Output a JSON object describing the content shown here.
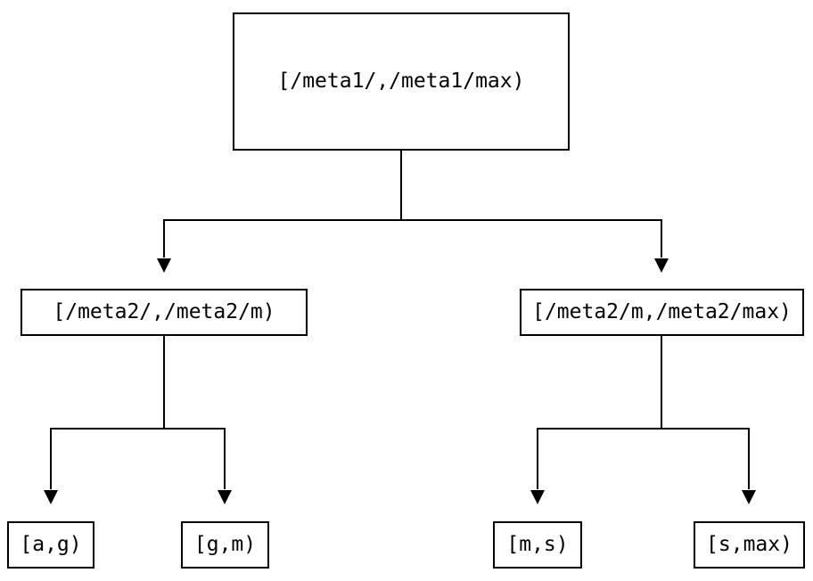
{
  "diagram": {
    "type": "binary-interval-tree",
    "background_color": "#ffffff",
    "line_color": "#000000",
    "tree": {
      "label": "[/meta1/,/meta1/max)",
      "children": [
        {
          "label": "[/meta2/,/meta2/m)",
          "children": [
            {
              "label": "[a,g)"
            },
            {
              "label": "[g,m)"
            }
          ]
        },
        {
          "label": "[/meta2/m,/meta2/max)",
          "children": [
            {
              "label": "[m,s)"
            },
            {
              "label": "[s,max)"
            }
          ]
        }
      ]
    }
  }
}
